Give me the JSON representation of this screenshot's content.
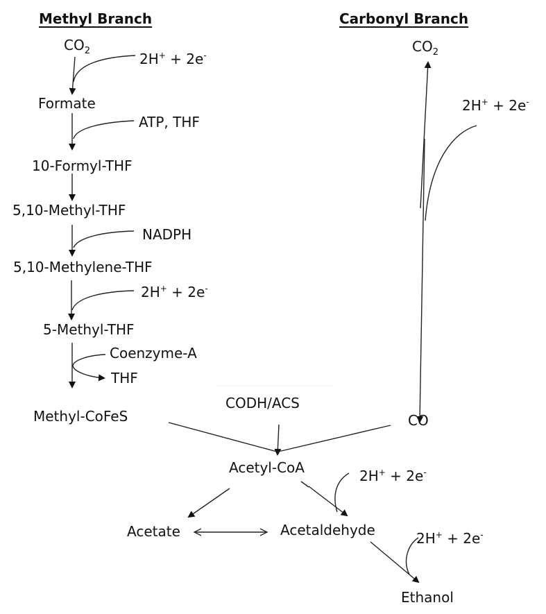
{
  "headers": {
    "methyl_branch": "Methyl Branch",
    "carbonyl_branch": "Carbonyl Branch"
  },
  "methyl_branch": {
    "co2": {
      "base": "CO",
      "sub": "2"
    },
    "step1_cofactor": {
      "a": "2H",
      "a_sup": "+",
      "b": " + 2e",
      "b_sup": "-"
    },
    "formate": "Formate",
    "step2_cofactor": "ATP, THF",
    "formyl_thf": "10-Formyl-THF",
    "methyl_thf_510": "5,10-Methyl-THF",
    "step4_cofactor": "NADPH",
    "methylene_thf": "5,10-Methylene-THF",
    "step5_cofactor": {
      "a": "2H",
      "a_sup": "+",
      "b": " + 2e",
      "b_sup": "-"
    },
    "methyl_thf_5": "5-Methyl-THF",
    "coenzyme_a": "Coenzyme-A",
    "thf_out": "THF",
    "methyl_cofes": "Methyl-CoFeS"
  },
  "carbonyl_branch": {
    "co2": {
      "base": "CO",
      "sub": "2"
    },
    "cofactor": {
      "a": "2H",
      "a_sup": "+",
      "b": " + 2e",
      "b_sup": "-"
    },
    "co": "CO"
  },
  "convergence": {
    "enzyme": "CODH/ACS",
    "acetyl_coa": "Acetyl-CoA",
    "acetaldehyde_cofactor": {
      "a": "2H",
      "a_sup": "+",
      "b": " + 2e",
      "b_sup": "-"
    },
    "acetate": "Acetate",
    "acetaldehyde": "Acetaldehyde",
    "ethanol_cofactor": {
      "a": "2H",
      "a_sup": "+",
      "b": " + 2e",
      "b_sup": "-"
    },
    "ethanol": "Ethanol"
  },
  "colors": {
    "line": "#222222",
    "text": "#111111",
    "background": "#ffffff"
  }
}
